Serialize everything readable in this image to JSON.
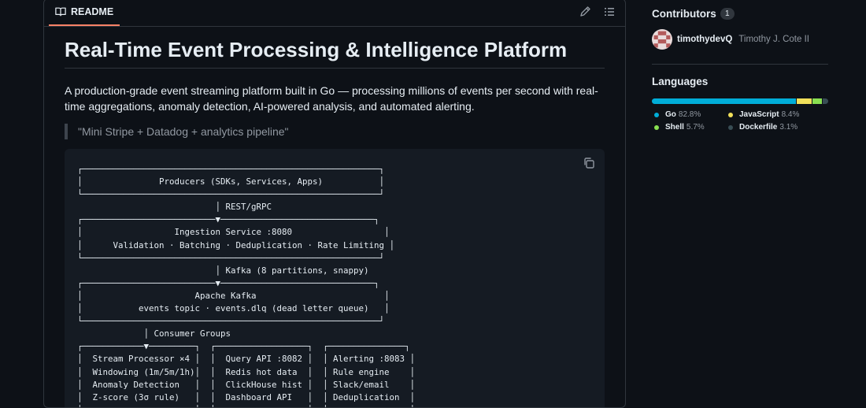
{
  "readme": {
    "tab_label": "README",
    "title": "Real-Time Event Processing & Intelligence Platform",
    "description": "A production-grade event streaming platform built in Go — processing millions of events per second with real-time aggregations, anomaly detection, AI-powered analysis, and automated alerting.",
    "quote": "\"Mini Stripe + Datadog + analytics pipeline\"",
    "diagram": "┌──────────────────────────────────────────────────────────┐\n│               Producers (SDKs, Services, Apps)           │\n└──────────────────────────────────────────────────────────┘\n                           │ REST/gRPC\n┌──────────────────────────▼──────────────────────────────┐\n│                  Ingestion Service :8080                  │\n│      Validation · Batching · Deduplication · Rate Limiting │\n└──────────────────────────────────────────────────────────┘\n                           │ Kafka (8 partitions, snappy)\n┌──────────────────────────▼──────────────────────────────┐\n│                      Apache Kafka                         │\n│           events topic · events.dlq (dead letter queue)   │\n└──────────────────────────────────────────────────────────┘\n             │ Consumer Groups\n┌────────────▼─────────┐  ┌──────────────────┐  ┌───────────────┐\n│  Stream Processor ×4 │  │  Query API :8082 │  │ Alerting :8083 │\n│  Windowing (1m/5m/1h)│  │  Redis hot data  │  │ Rule engine    │\n│  Anomaly Detection   │  │  ClickHouse hist │  │ Slack/email    │\n│  Z-score (3σ rule)   │  │  Dashboard API   │  │ Deduplication  │\n│                      │  │                  │  │                │"
  },
  "sidebar": {
    "contributors_title": "Contributors",
    "contributors_count": "1",
    "contributor": {
      "username": "timothydevQ",
      "fullname": "Timothy J. Cote II"
    },
    "languages_title": "Languages",
    "languages": [
      {
        "name": "Go",
        "percent": "82.8%",
        "value": 82.8,
        "color": "#00add8"
      },
      {
        "name": "JavaScript",
        "percent": "8.4%",
        "value": 8.4,
        "color": "#f1e05a"
      },
      {
        "name": "Shell",
        "percent": "5.7%",
        "value": 5.7,
        "color": "#89e051"
      },
      {
        "name": "Dockerfile",
        "percent": "3.1%",
        "value": 3.1,
        "color": "#384d54"
      }
    ]
  }
}
